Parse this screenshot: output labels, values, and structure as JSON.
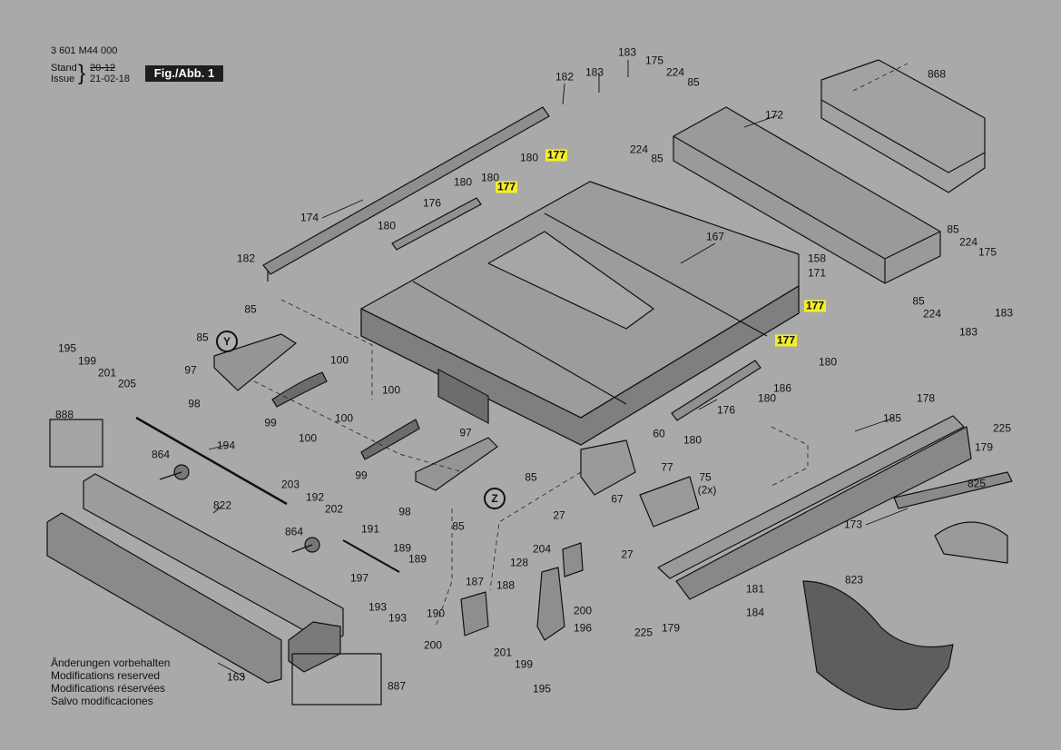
{
  "header": {
    "code": "3 601 M44 000",
    "stand_label": "Stand",
    "issue_label": "Issue",
    "stand_date": "20-12",
    "issue_date": "21-02-18",
    "figure": "Fig./Abb. 1"
  },
  "notes": [
    "Änderungen vorbehalten",
    "Modifications reserved",
    "Modifications réservées",
    "Salvo modificaciones"
  ],
  "highlight_color": "#f4ee2a",
  "callouts": [
    {
      "id": "c1",
      "text": "182"
    },
    {
      "id": "c2",
      "text": "183"
    },
    {
      "id": "c3",
      "text": "175"
    },
    {
      "id": "c4",
      "text": "183"
    },
    {
      "id": "c5",
      "text": "224"
    },
    {
      "id": "c6",
      "text": "85"
    },
    {
      "id": "c7",
      "text": "868"
    },
    {
      "id": "c8",
      "text": "172"
    },
    {
      "id": "c9",
      "text": "224"
    },
    {
      "id": "c10",
      "text": "85"
    },
    {
      "id": "c11",
      "text": "177",
      "highlight": true
    },
    {
      "id": "c12",
      "text": "180"
    },
    {
      "id": "c13",
      "text": "180"
    },
    {
      "id": "c14",
      "text": "180"
    },
    {
      "id": "c15",
      "text": "177",
      "highlight": true
    },
    {
      "id": "c16",
      "text": "176"
    },
    {
      "id": "c17",
      "text": "174"
    },
    {
      "id": "c18",
      "text": "180"
    },
    {
      "id": "c19",
      "text": "167"
    },
    {
      "id": "c20",
      "text": "85"
    },
    {
      "id": "c21",
      "text": "224"
    },
    {
      "id": "c22",
      "text": "175"
    },
    {
      "id": "c23",
      "text": "158"
    },
    {
      "id": "c24",
      "text": "171"
    },
    {
      "id": "c25",
      "text": "182"
    },
    {
      "id": "c26",
      "text": "85"
    },
    {
      "id": "c27",
      "text": "224"
    },
    {
      "id": "c28",
      "text": "183"
    },
    {
      "id": "c29",
      "text": "183"
    },
    {
      "id": "c30",
      "text": "177",
      "highlight": true
    },
    {
      "id": "c31",
      "text": "85"
    },
    {
      "id": "c32",
      "text": "177",
      "highlight": true
    },
    {
      "id": "c33",
      "text": "180"
    },
    {
      "id": "c34",
      "text": "85"
    },
    {
      "id": "c35",
      "text": "195"
    },
    {
      "id": "c36",
      "text": "199"
    },
    {
      "id": "c37",
      "text": "97"
    },
    {
      "id": "c38",
      "text": "201"
    },
    {
      "id": "c39",
      "text": "100"
    },
    {
      "id": "c40",
      "text": "205"
    },
    {
      "id": "c41",
      "text": "186"
    },
    {
      "id": "c42",
      "text": "180"
    },
    {
      "id": "c43",
      "text": "98"
    },
    {
      "id": "c44",
      "text": "100"
    },
    {
      "id": "c45",
      "text": "176"
    },
    {
      "id": "c46",
      "text": "178"
    },
    {
      "id": "c47",
      "text": "99"
    },
    {
      "id": "c48",
      "text": "100"
    },
    {
      "id": "c49",
      "text": "888"
    },
    {
      "id": "c50",
      "text": "100"
    },
    {
      "id": "c51",
      "text": "185"
    },
    {
      "id": "c52",
      "text": "225"
    },
    {
      "id": "c53",
      "text": "180"
    },
    {
      "id": "c54",
      "text": "179"
    },
    {
      "id": "c55",
      "text": "97"
    },
    {
      "id": "c56",
      "text": "60"
    },
    {
      "id": "c57",
      "text": "194"
    },
    {
      "id": "c58",
      "text": "864"
    },
    {
      "id": "c59",
      "text": "99"
    },
    {
      "id": "c60",
      "text": "77"
    },
    {
      "id": "c61",
      "text": "85"
    },
    {
      "id": "c62",
      "text": "75"
    },
    {
      "id": "c63",
      "text": "(2x)"
    },
    {
      "id": "c64",
      "text": "203"
    },
    {
      "id": "c65",
      "text": "67"
    },
    {
      "id": "c66",
      "text": "825"
    },
    {
      "id": "c67",
      "text": "192"
    },
    {
      "id": "c68",
      "text": "822"
    },
    {
      "id": "c69",
      "text": "202"
    },
    {
      "id": "c70",
      "text": "98"
    },
    {
      "id": "c71",
      "text": "85"
    },
    {
      "id": "c72",
      "text": "27"
    },
    {
      "id": "c73",
      "text": "173"
    },
    {
      "id": "c74",
      "text": "864"
    },
    {
      "id": "c75",
      "text": "191"
    },
    {
      "id": "c76",
      "text": "189"
    },
    {
      "id": "c77",
      "text": "189"
    },
    {
      "id": "c78",
      "text": "204"
    },
    {
      "id": "c79",
      "text": "128"
    },
    {
      "id": "c80",
      "text": "27"
    },
    {
      "id": "c81",
      "text": "197"
    },
    {
      "id": "c82",
      "text": "187"
    },
    {
      "id": "c83",
      "text": "188"
    },
    {
      "id": "c84",
      "text": "823"
    },
    {
      "id": "c85",
      "text": "193"
    },
    {
      "id": "c86",
      "text": "193"
    },
    {
      "id": "c87",
      "text": "190"
    },
    {
      "id": "c88",
      "text": "200"
    },
    {
      "id": "c89",
      "text": "181"
    },
    {
      "id": "c90",
      "text": "225"
    },
    {
      "id": "c91",
      "text": "179"
    },
    {
      "id": "c92",
      "text": "184"
    },
    {
      "id": "c93",
      "text": "196"
    },
    {
      "id": "c94",
      "text": "200"
    },
    {
      "id": "c95",
      "text": "201"
    },
    {
      "id": "c96",
      "text": "199"
    },
    {
      "id": "c97",
      "text": "163"
    },
    {
      "id": "c98",
      "text": "887"
    },
    {
      "id": "c99",
      "text": "195"
    }
  ],
  "view_markers": [
    {
      "id": "vy",
      "text": "Y"
    },
    {
      "id": "vz",
      "text": "Z"
    }
  ]
}
